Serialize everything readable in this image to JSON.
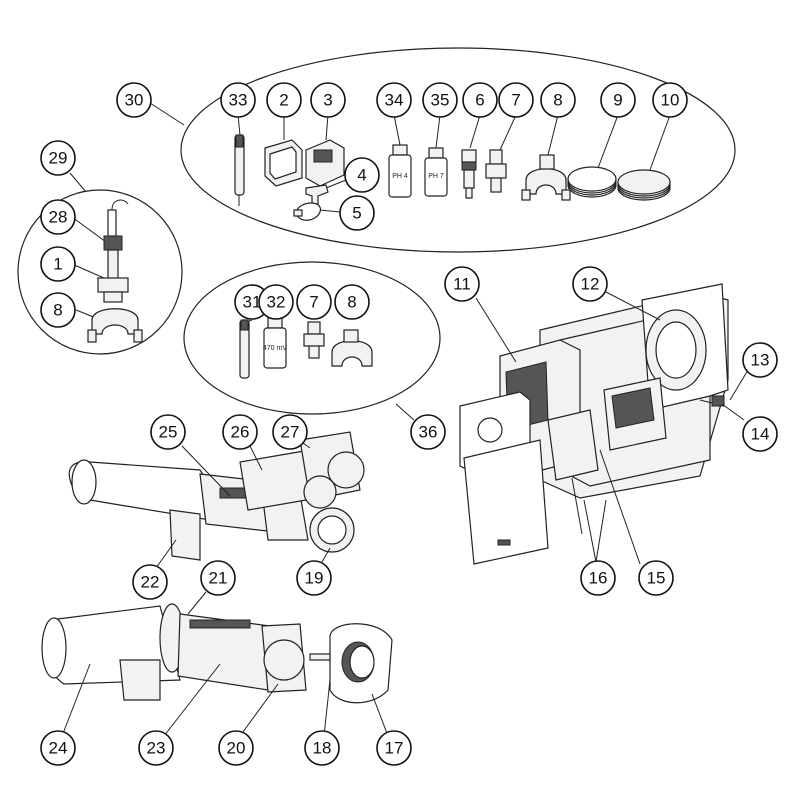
{
  "diagram": {
    "vial_labels": {
      "ph4": "PH 4",
      "ph7": "PH 7",
      "orp": "470 mV"
    },
    "callouts": [
      {
        "id": "c30",
        "label": "30"
      },
      {
        "id": "c33",
        "label": "33"
      },
      {
        "id": "c2",
        "label": "2"
      },
      {
        "id": "c3",
        "label": "3"
      },
      {
        "id": "c4",
        "label": "4"
      },
      {
        "id": "c5",
        "label": "5"
      },
      {
        "id": "c34",
        "label": "34"
      },
      {
        "id": "c35",
        "label": "35"
      },
      {
        "id": "c6",
        "label": "6"
      },
      {
        "id": "c7a",
        "label": "7"
      },
      {
        "id": "c8a",
        "label": "8"
      },
      {
        "id": "c9",
        "label": "9"
      },
      {
        "id": "c10",
        "label": "10"
      },
      {
        "id": "c29",
        "label": "29"
      },
      {
        "id": "c28",
        "label": "28"
      },
      {
        "id": "c1",
        "label": "1"
      },
      {
        "id": "c8b",
        "label": "8"
      },
      {
        "id": "c31",
        "label": "31"
      },
      {
        "id": "c32",
        "label": "32"
      },
      {
        "id": "c7b",
        "label": "7"
      },
      {
        "id": "c8c",
        "label": "8"
      },
      {
        "id": "c36",
        "label": "36"
      },
      {
        "id": "c11",
        "label": "11"
      },
      {
        "id": "c12",
        "label": "12"
      },
      {
        "id": "c13",
        "label": "13"
      },
      {
        "id": "c14",
        "label": "14"
      },
      {
        "id": "c15",
        "label": "15"
      },
      {
        "id": "c16",
        "label": "16"
      },
      {
        "id": "c25",
        "label": "25"
      },
      {
        "id": "c26",
        "label": "26"
      },
      {
        "id": "c27",
        "label": "27"
      },
      {
        "id": "c22",
        "label": "22"
      },
      {
        "id": "c19",
        "label": "19"
      },
      {
        "id": "c21",
        "label": "21"
      },
      {
        "id": "c24",
        "label": "24"
      },
      {
        "id": "c23",
        "label": "23"
      },
      {
        "id": "c20",
        "label": "20"
      },
      {
        "id": "c18",
        "label": "18"
      },
      {
        "id": "c17",
        "label": "17"
      }
    ]
  }
}
